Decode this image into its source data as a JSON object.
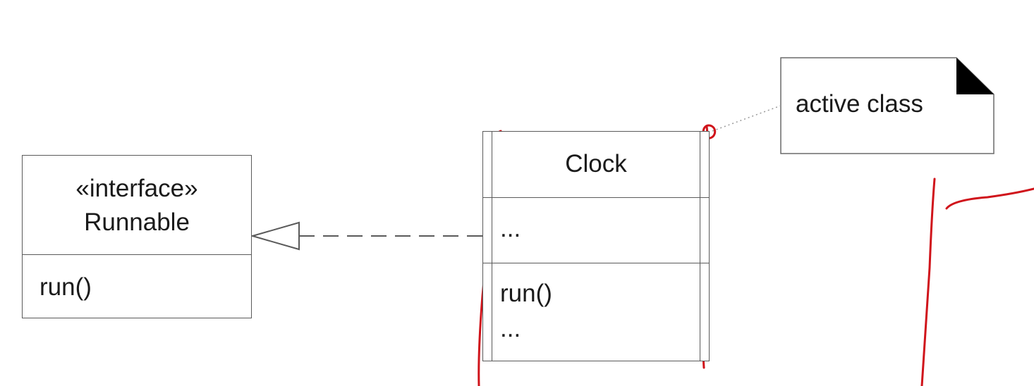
{
  "interface": {
    "stereotype": "«interface»",
    "name": "Runnable",
    "operations": [
      "run()"
    ]
  },
  "active_class": {
    "name": "Clock",
    "attributes": [
      "..."
    ],
    "operations": [
      "run()",
      "..."
    ]
  },
  "note": {
    "text": "active class"
  },
  "colors": {
    "line": "#5a5a5a",
    "annotation": "#d0141b",
    "note_fold": "#000000"
  }
}
